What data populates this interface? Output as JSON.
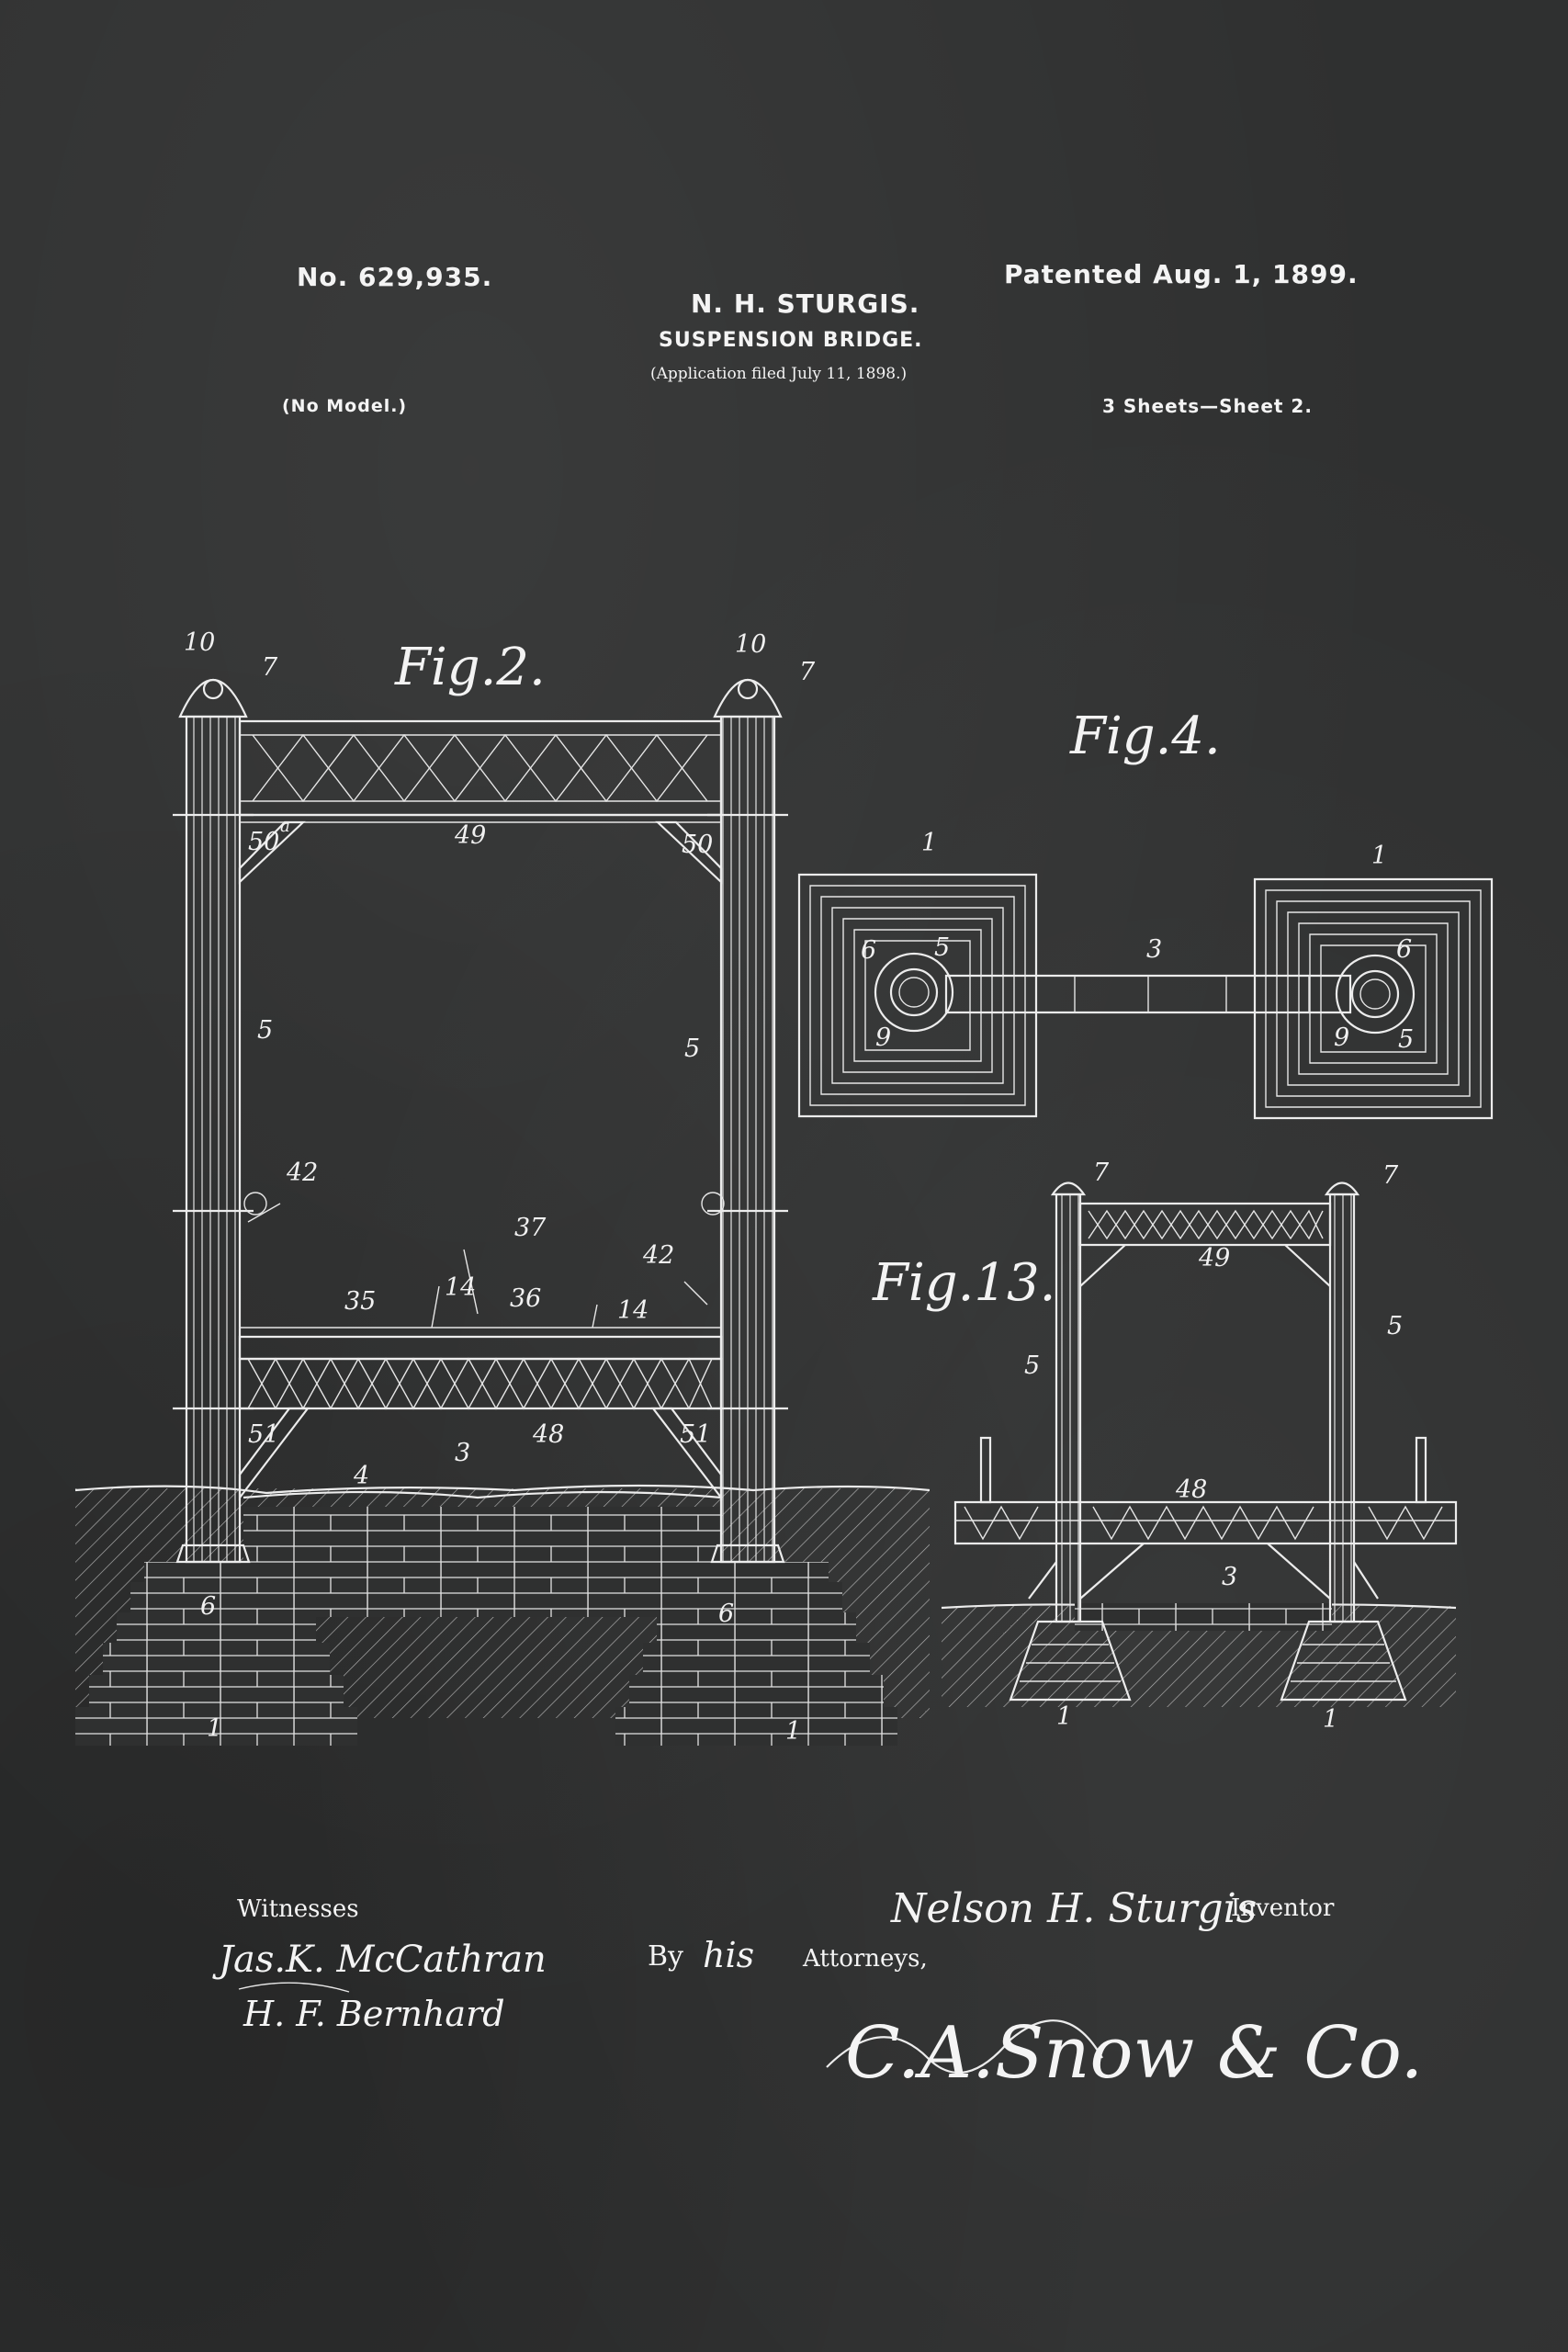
{
  "patent": {
    "number": "No. 629,935.",
    "patented_date": "Patented Aug. 1, 1899.",
    "inventor_header": "N. H. STURGIS.",
    "title": "SUSPENSION BRIDGE.",
    "application": "(Application filed July 11, 1898.)",
    "model_note": "(No Model.)",
    "sheets": "3 Sheets—Sheet 2."
  },
  "figures": {
    "fig2": {
      "label": "Fig.2.",
      "refs": {
        "r10": "10",
        "r7": "7",
        "r49": "49",
        "r50a": "50",
        "r50a_sup": "a",
        "r50": "50",
        "r5": "5",
        "r42": "42",
        "r37": "37",
        "r35": "35",
        "r14": "14",
        "r36": "36",
        "r48": "48",
        "r51": "51",
        "r4": "4",
        "r3": "3",
        "r6": "6",
        "r1": "1"
      }
    },
    "fig4": {
      "label": "Fig.4.",
      "refs": {
        "r1": "1",
        "r3": "3",
        "r5": "5",
        "r6": "6",
        "r9": "9"
      }
    },
    "fig13": {
      "label": "Fig.13.",
      "refs": {
        "r7": "7",
        "r49": "49",
        "r5": "5",
        "r48": "48",
        "r3": "3",
        "r1": "1"
      }
    }
  },
  "signatures": {
    "witnesses_label": "Witnesses",
    "witness_1": "Jas.K. McCathran",
    "witness_2": "H. F. Bernhard",
    "inventor_name": "Nelson H. Sturgis",
    "inventor_label": "Inventor",
    "by_label": "By",
    "his_label": "his",
    "attorneys_label": "Attorneys,",
    "attorney_signature": "C.A.Snow & Co."
  }
}
